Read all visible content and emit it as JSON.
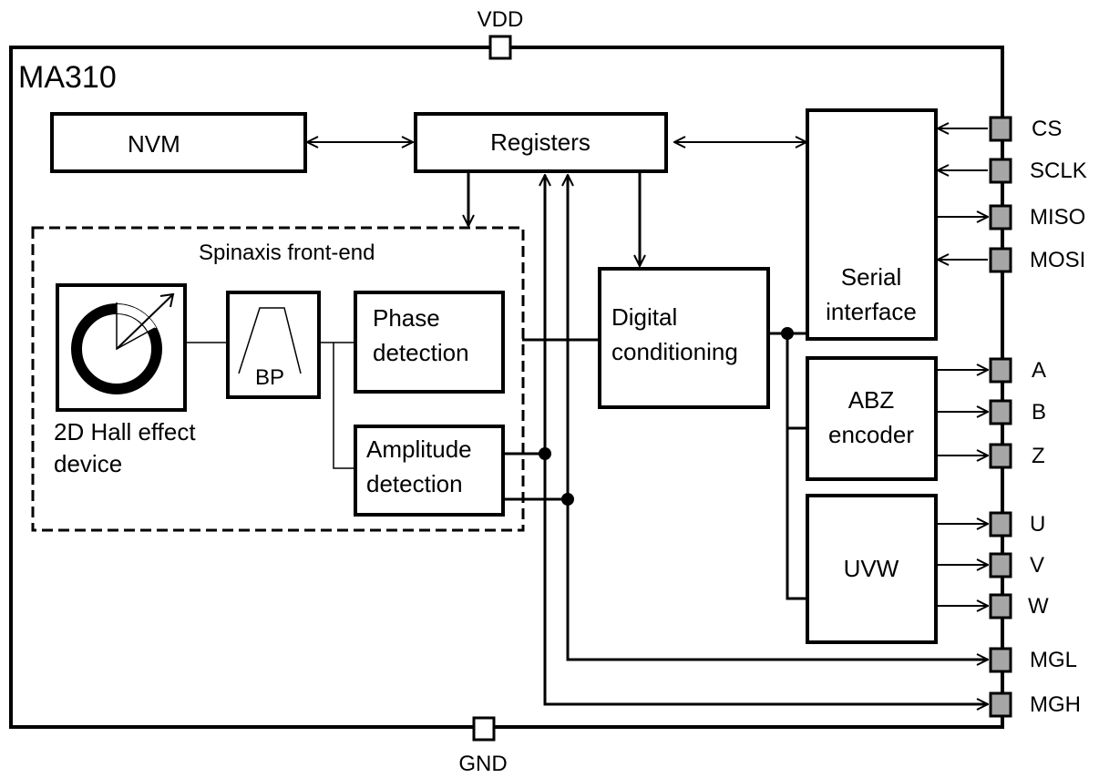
{
  "chip_name": "MA310",
  "power": {
    "vdd": "VDD",
    "gnd": "GND"
  },
  "blocks": {
    "nvm": "NVM",
    "registers": "Registers",
    "frontend": "Spinaxis front-end",
    "hall": [
      "2D Hall effect",
      "device"
    ],
    "bandpass": "BP",
    "phase": [
      "Phase",
      "detection"
    ],
    "amplitude": [
      "Amplitude",
      "detection"
    ],
    "digital": [
      "Digital",
      "conditioning"
    ],
    "serial": [
      "Serial",
      "interface"
    ],
    "abz": [
      "ABZ",
      "encoder"
    ],
    "uvw": "UVW"
  },
  "pins": [
    "CS",
    "SCLK",
    "MISO",
    "MOSI",
    "A",
    "B",
    "Z",
    "U",
    "V",
    "W",
    "MGL",
    "MGH"
  ]
}
